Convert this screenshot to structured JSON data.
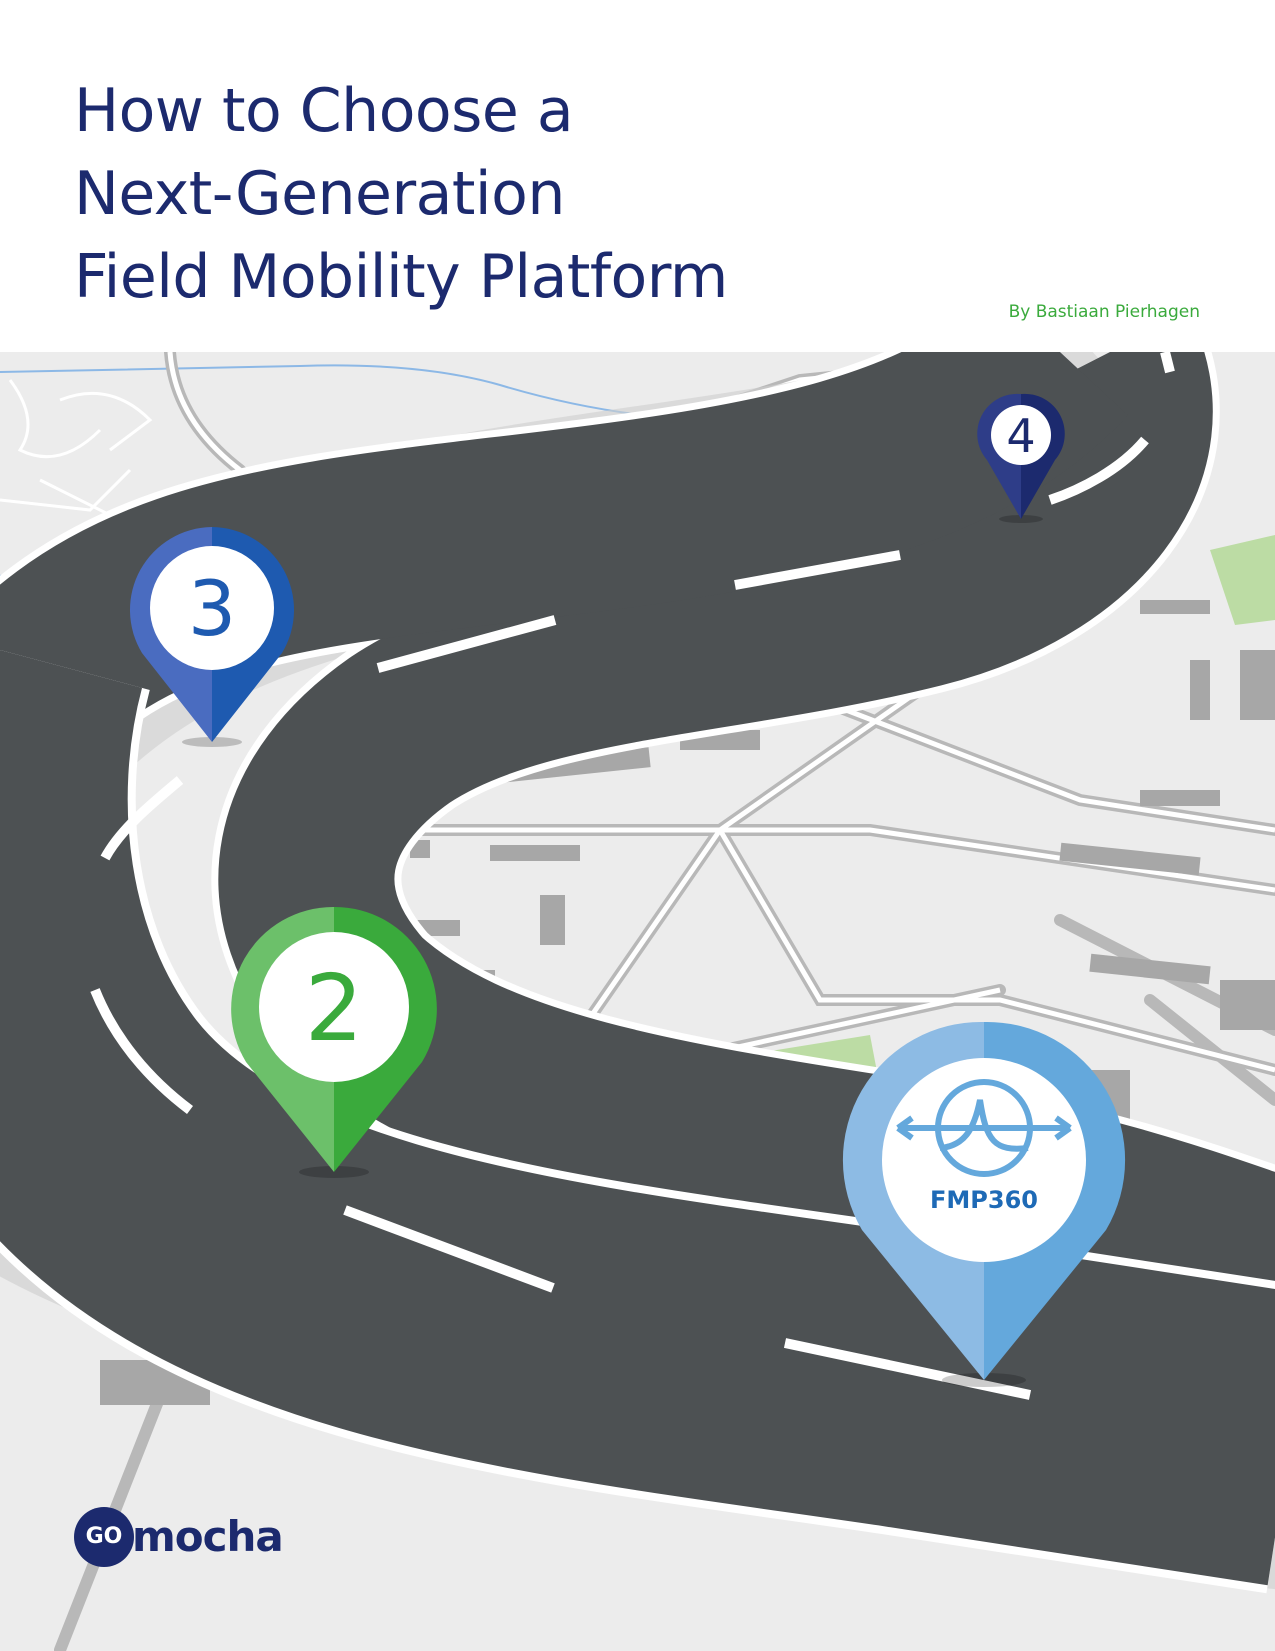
{
  "title_lines": [
    "How to Choose a",
    "Next-Generation",
    "Field Mobility Platform"
  ],
  "byline": "By Bastiaan Pierhagen",
  "pins": [
    {
      "label": "4",
      "color_left": "#2e3d88",
      "color_right": "#1c2a6e",
      "text_color": "#1c2a6e"
    },
    {
      "label": "3",
      "color_left": "#4a6cc0",
      "color_right": "#1e5ab0",
      "text_color": "#1e5ab0"
    },
    {
      "label": "2",
      "color_left": "#6cc06a",
      "color_right": "#3aaa3c",
      "text_color": "#3aaa3c"
    },
    {
      "label": "FMP360",
      "icon": "fmp360-logo-icon",
      "color_left": "#8dbbe4",
      "color_right": "#64a8dc",
      "text_color": "#1e6ab6"
    }
  ],
  "logo": {
    "go": "GO",
    "name": "mocha",
    "color": "#1c2a6e"
  },
  "colors": {
    "title": "#1c2a6e",
    "byline": "#3aaa3c",
    "road": "#4d5153",
    "lane": "#ffffff",
    "park": "#bcdca4",
    "water": "#7aaee0"
  }
}
